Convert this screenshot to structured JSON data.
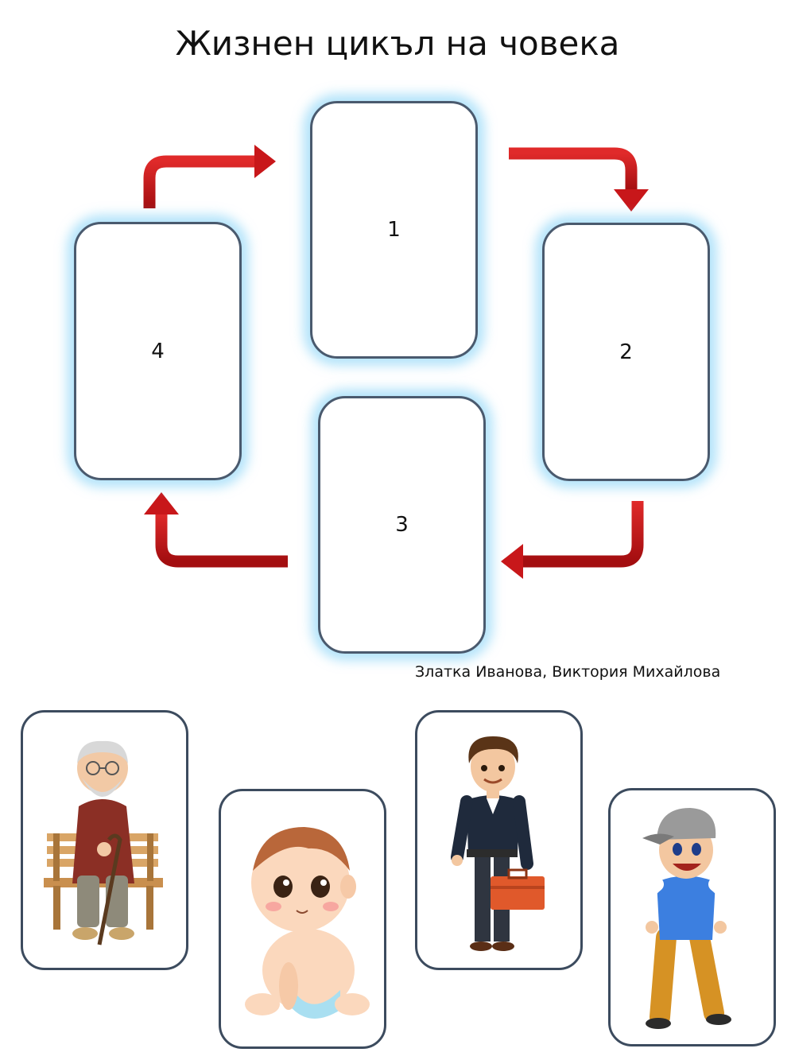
{
  "title": "Жизнен цикъл на човека",
  "slots": [
    {
      "label": "1"
    },
    {
      "label": "2"
    },
    {
      "label": "3"
    },
    {
      "label": "4"
    }
  ],
  "credit": "Златка Иванова, Виктория Михайлова",
  "cards": [
    {
      "picture": "elderly-man-on-bench"
    },
    {
      "picture": "baby"
    },
    {
      "picture": "adult-man-with-briefcase"
    },
    {
      "picture": "boy-in-cap"
    }
  ],
  "colors": {
    "arrow": "#c8171a",
    "slot_glow": "#78cdf5",
    "slot_border": "#4a5a6e"
  }
}
